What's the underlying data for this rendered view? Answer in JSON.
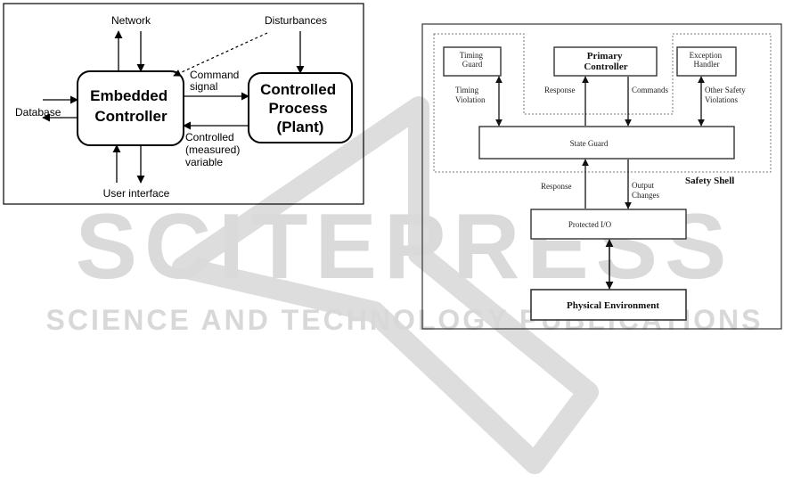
{
  "watermark": {
    "brand": "SCITEPRESS",
    "tagline": "SCIENCE AND TECHNOLOGY PUBLICATIONS",
    "colors": {
      "text": "#d9d9d9",
      "shape": "#dcdcdc"
    }
  },
  "left_diagram": {
    "nodes": {
      "embedded_controller": [
        "Embedded",
        "Controller"
      ],
      "controlled_process": [
        "Controlled",
        "Process",
        "(Plant)"
      ]
    },
    "labels": {
      "network": "Network",
      "disturbances": "Disturbances",
      "database": "Database",
      "user_interface": "User interface",
      "command_signal": [
        "Command",
        "signal"
      ],
      "controlled_variable": [
        "Controlled",
        "(measured)",
        "variable"
      ]
    }
  },
  "right_diagram": {
    "nodes": {
      "timing_guard": [
        "Timing",
        "Guard"
      ],
      "primary_controller": [
        "Primary",
        "Controller"
      ],
      "exception_handler": [
        "Exception",
        "Handler"
      ],
      "state_guard": "State Guard",
      "protected_io": "Protected I/O",
      "physical_environment": "Physical Environment"
    },
    "labels": {
      "timing_violation": [
        "Timing",
        "Violation"
      ],
      "response_top": "Response",
      "commands": "Commands",
      "other_safety_violations": [
        "Other Safety",
        "Violations"
      ],
      "safety_shell": "Safety Shell",
      "response_bottom": "Response",
      "output_changes": [
        "Output",
        "Changes"
      ]
    }
  }
}
